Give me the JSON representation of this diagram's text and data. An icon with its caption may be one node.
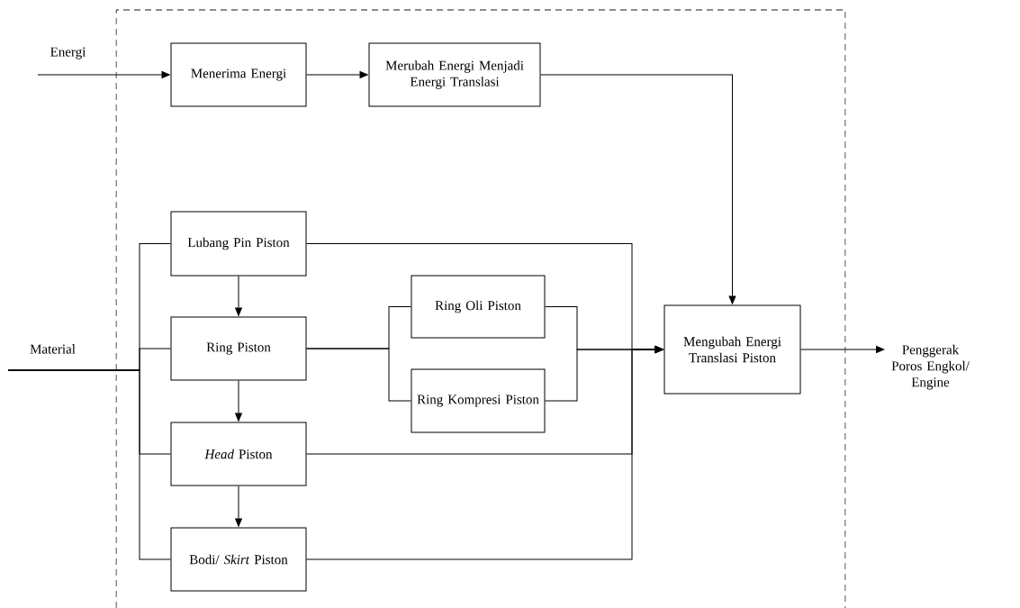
{
  "diagram": {
    "nodes": [
      {
        "text": [
          "Energi"
        ]
      },
      {
        "text": [
          "Menerima Energi"
        ]
      },
      {
        "text": [
          "Merubah Energi Menjadi Energi Translasi"
        ]
      },
      {
        "text": [
          "Material"
        ]
      },
      {
        "text": [
          "Lubang Pin Piston"
        ]
      },
      {
        "text": [
          "Ring Piston"
        ]
      },
      {
        "text": [
          "*Head* Piston"
        ]
      },
      {
        "text": [
          "Bodi/ *Skirt* Piston"
        ]
      },
      {
        "text": [
          "Ring Oli Piston"
        ]
      },
      {
        "text": [
          "Ring Kompresi Piston"
        ]
      },
      {
        "text": [
          "Mengubah Energi Translasi Piston"
        ]
      },
      {
        "text": [
          "Penggerak Poros Engkol/ Engine"
        ]
      }
    ],
    "edges": [
      {
        "from": 0,
        "to": 1,
        "arrow": "to"
      },
      {
        "from": 1,
        "to": 2,
        "arrow": "to"
      },
      {
        "from": 2,
        "to": 10,
        "arrow": "to"
      },
      {
        "from": 3,
        "to": 4,
        "arrow": "none"
      },
      {
        "from": 3,
        "to": 5,
        "arrow": "none"
      },
      {
        "from": 3,
        "to": 6,
        "arrow": "none"
      },
      {
        "from": 3,
        "to": 7,
        "arrow": "none"
      },
      {
        "from": 4,
        "to": 5,
        "arrow": "to"
      },
      {
        "from": 5,
        "to": 6,
        "arrow": "to"
      },
      {
        "from": 6,
        "to": 7,
        "arrow": "to"
      },
      {
        "from": 5,
        "to": 8,
        "arrow": "none"
      },
      {
        "from": 5,
        "to": 9,
        "arrow": "none"
      },
      {
        "from": 8,
        "to": 10,
        "arrow": "to"
      },
      {
        "from": 9,
        "to": 10,
        "arrow": "to"
      },
      {
        "from": 4,
        "to": 10,
        "arrow": "to"
      },
      {
        "from": 6,
        "to": 10,
        "arrow": "to"
      },
      {
        "from": 7,
        "to": 10,
        "arrow": "to"
      },
      {
        "from": 10,
        "to": 11,
        "arrow": "to"
      }
    ]
  }
}
